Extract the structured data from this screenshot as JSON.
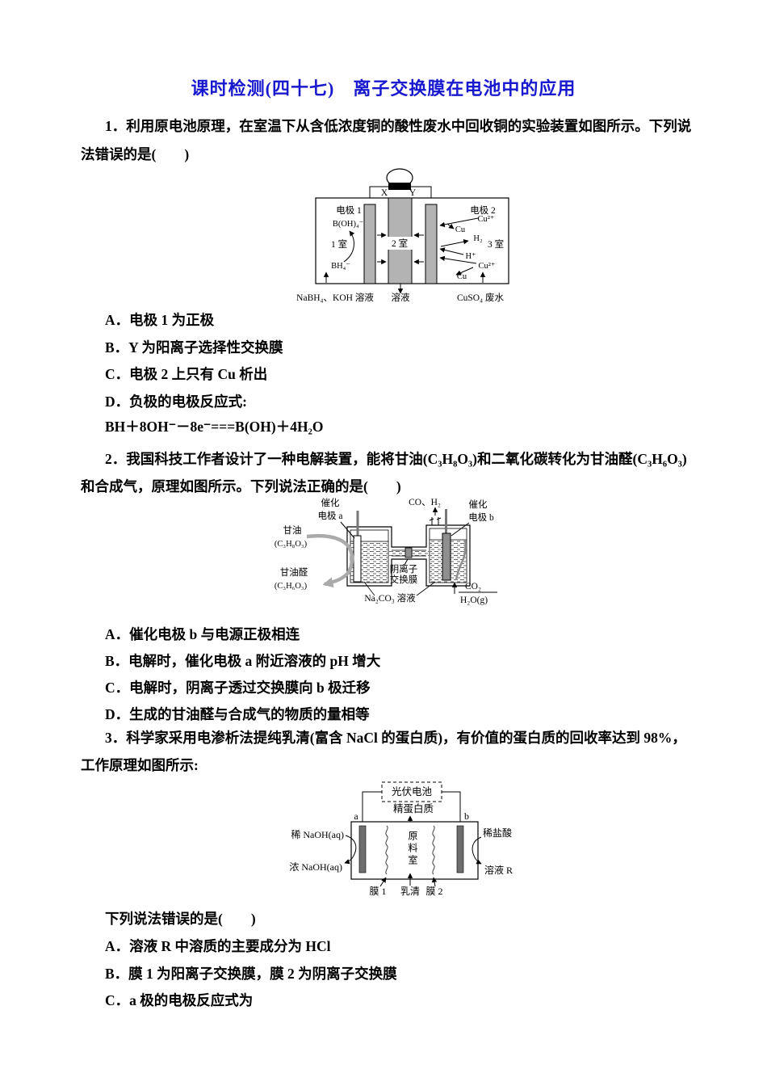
{
  "colors": {
    "title_blue": "#1818cf",
    "electrode_gray": "#b3b3b3",
    "dark_gray": "#6e6e6e",
    "mid_gray": "#8f8f8f",
    "band_gray": "#aaaaaa"
  },
  "title": "课时检测(四十七)　离子交换膜在电池中的应用",
  "q1": {
    "line1": "1．利用原电池原理，在室温下从含低浓度铜的酸性废水中回收铜的实验装置如图所示。下列说",
    "line2": "法错误的是(　　)",
    "optA": "A．电极 1 为正极",
    "optB": "B．Y 为阳离子选择性交换膜",
    "optC": "C．电极 2 上只有 Cu 析出",
    "optD": "D．负极的电极反应式:",
    "formula": "BH＋8OH⁻－8e⁻===B(OH)＋4H₂O",
    "d": {
      "x": "X",
      "y": "Y",
      "dj1": "电极 1",
      "boh4": "B(OH)₄⁻",
      "shi1": "1 室",
      "bh4": "BH₄⁻",
      "shi2": "2 室",
      "dj2": "电极 2",
      "cu2a": "Cu²⁺",
      "cua": "Cu",
      "h2": "H₂",
      "shi3": "3 室",
      "hplus": "H⁺",
      "cu2b": "Cu²⁺",
      "cub": "Cu",
      "bl": "NaBH₄、KOH 溶液",
      "bm": "溶液",
      "br": "CuSO₄ 废水"
    }
  },
  "q2": {
    "line1": "2．我国科技工作者设计了一种电解装置，能将甘油(C₃H₈O₃)和二氧化碳转化为甘油醛(C₃H₆O₃)",
    "line2": "和合成气，原理如图所示。下列说法正确的是(　　)",
    "optA": "A．催化电极 b 与电源正极相连",
    "optB": "B．电解时，催化电极 a 附近溶液的 pH 增大",
    "optC": "C．电解时，阴离子透过交换膜向 b 极迁移",
    "optD": "D．生成的甘油醛与合成气的物质的量相等",
    "d": {
      "ca1": "催化",
      "ca2": "电极 a",
      "cb1": "催化",
      "cb2": "电极 b",
      "coh2": "CO、H₂",
      "gy1": "甘油",
      "gy2": "(C₃H₈O₃)",
      "gq1": "甘油醛",
      "gq2": "(C₃H₆O₃)",
      "m1": "阴离子",
      "m2": "交换膜",
      "sol": "Na₂CO₃ 溶液",
      "co2": "CO₂",
      "h2o": "H₂O(g)"
    }
  },
  "q3": {
    "line1": "3．科学家采用电渗析法提纯乳清(富含 NaCl 的蛋白质)，有价值的蛋白质的回收率达到 98%，",
    "line2": "工作原理如图所示:",
    "prompt": "下列说法错误的是(　　)",
    "optA": "A．溶液 R 中溶质的主要成分为 HCl",
    "optB": "B．膜 1 为阳离子交换膜，膜 2 为阴离子交换膜",
    "optC": "C．a 极的电极反应式为",
    "d": {
      "pv": "光伏电池",
      "jp": "精蛋白质",
      "a": "a",
      "b": "b",
      "xn": "稀 NaOH(aq)",
      "nn": "浓 NaOH(aq)",
      "xy": "稀盐酸",
      "rr": "溶液 R",
      "yls": "原料室",
      "mo1": "膜 1",
      "rq": "乳清",
      "mo2": "膜 2"
    }
  }
}
